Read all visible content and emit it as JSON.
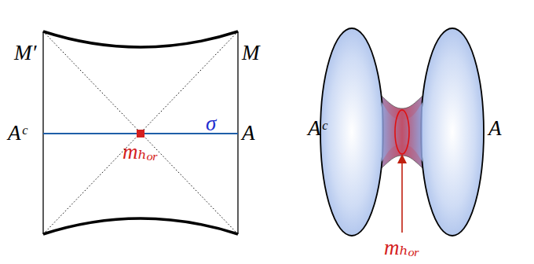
{
  "diagram": {
    "labels": [
      "M′",
      "M",
      "Aᶜ",
      "A",
      "σ",
      "mₕₒᵣ",
      "Aᶜ",
      "A",
      "mₕₒᵣ"
    ]
  }
}
